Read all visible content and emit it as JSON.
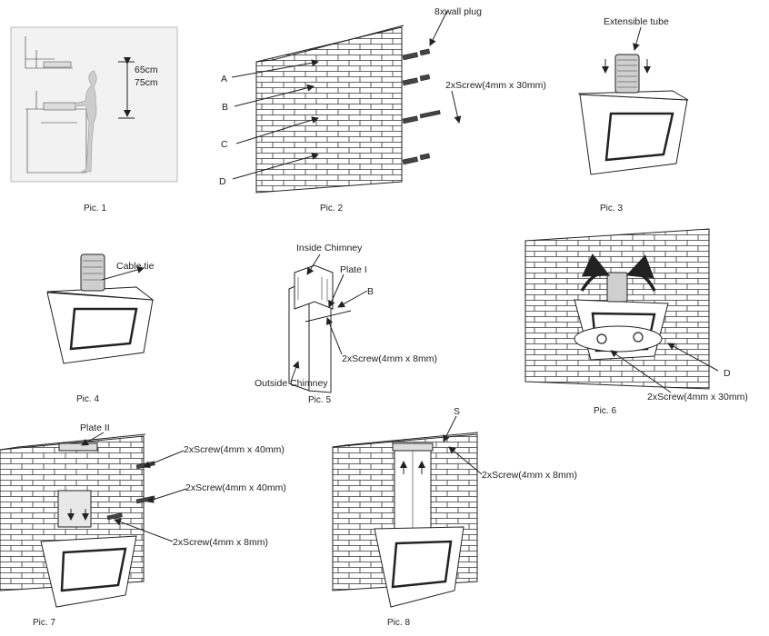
{
  "pic1": {
    "caption": "Pic. 1",
    "height_min": "65cm",
    "height_max": "75cm"
  },
  "pic2": {
    "caption": "Pic. 2",
    "wall_plug": "8xwall plug",
    "screw": "2xScrew(4mm x 30mm)",
    "points": [
      "A",
      "B",
      "C",
      "D"
    ]
  },
  "pic3": {
    "caption": "Pic. 3",
    "tube": "Extensible tube"
  },
  "pic4": {
    "caption": "Pic. 4",
    "cable": "Cable tie"
  },
  "pic5": {
    "caption": "Pic. 5",
    "inside": "Inside Chimney",
    "plate": "Plate I",
    "point": "B",
    "screw": "2xScrew(4mm x 8mm)",
    "outside": "Outside Chimney"
  },
  "pic6": {
    "caption": "Pic. 6",
    "point": "D",
    "screw": "2xScrew(4mm x 30mm)"
  },
  "pic7": {
    "caption": "Pic. 7",
    "plate": "Plate II",
    "screw1": "2xScrew(4mm x 40mm)",
    "screw2": "2xScrew(4mm x 40mm)",
    "screw3": "2xScrew(4mm x 8mm)"
  },
  "pic8": {
    "caption": "Pic. 8",
    "point": "S",
    "screw": "2xScrew(4mm x 8mm)"
  }
}
